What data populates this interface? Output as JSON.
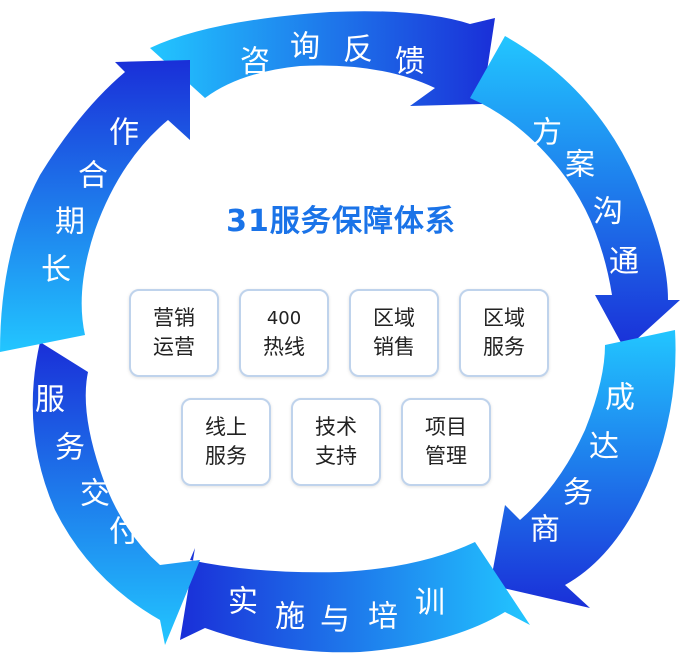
{
  "title": "31服务保障体系",
  "colors": {
    "title": "#1a73e8",
    "arrow_light": "#22c6ff",
    "arrow_dark": "#1a2fd8",
    "box_border": "#bfd3ec"
  },
  "ring_segments": [
    {
      "name": "consult",
      "chars": [
        "咨",
        "询",
        "反",
        "馈"
      ]
    },
    {
      "name": "plan",
      "chars": [
        "方",
        "案",
        "沟",
        "通"
      ]
    },
    {
      "name": "deal",
      "chars": [
        "成",
        "达",
        "务",
        "商"
      ]
    },
    {
      "name": "training",
      "chars": [
        "实",
        "施",
        "与",
        "培",
        "训"
      ]
    },
    {
      "name": "delivery",
      "chars": [
        "服",
        "务",
        "交",
        "付"
      ]
    },
    {
      "name": "longterm",
      "chars": [
        "作",
        "合",
        "期",
        "长"
      ]
    }
  ],
  "boxes": [
    {
      "line1": "营销",
      "line2": "运营"
    },
    {
      "line1": "400",
      "line2": "热线"
    },
    {
      "line1": "区域",
      "line2": "销售"
    },
    {
      "line1": "区域",
      "line2": "服务"
    },
    {
      "line1": "线上",
      "line2": "服务"
    },
    {
      "line1": "技术",
      "line2": "支持"
    },
    {
      "line1": "项目",
      "line2": "管理"
    }
  ]
}
